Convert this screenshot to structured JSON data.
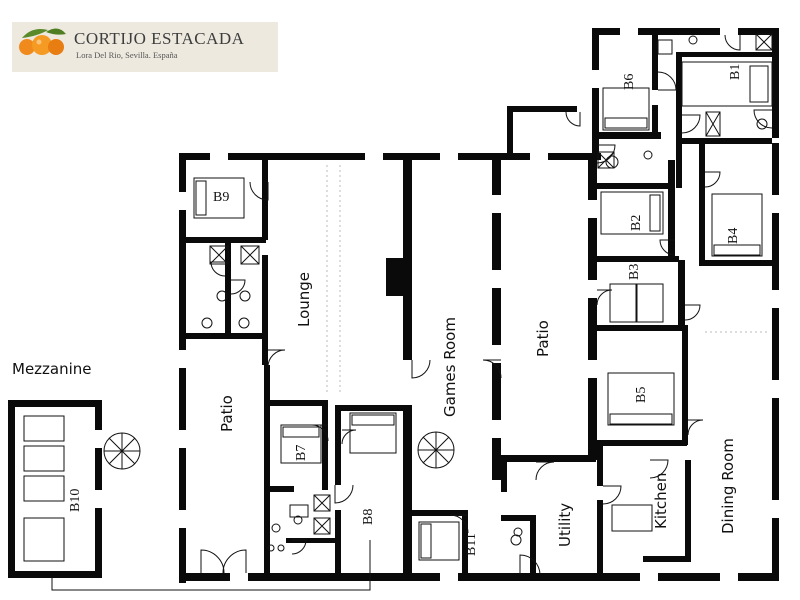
{
  "brand": {
    "name": "CORTIJO ESTACADA",
    "location": "Lora Del Rio, Sevilla. España",
    "panel_color": "#ede9df",
    "logo_icon": "oranges-icon"
  },
  "labels": {
    "mezzanine": "Mezzanine",
    "b1": "B1",
    "b2": "B2",
    "b3": "B3",
    "b4": "B4",
    "b5": "B5",
    "b6": "B6",
    "b7": "B7",
    "b8": "B8",
    "b9": "B9",
    "b10": "B10",
    "b11": "B11",
    "lounge": "Lounge",
    "patio_left": "Patio",
    "patio_center": "Patio",
    "games_room": "Games Room",
    "utility": "Utility",
    "kitchen": "Kitchen",
    "dining_room": "Dining Room"
  },
  "colors": {
    "wall": "#0a0a0a",
    "orange": "#f08a1c",
    "leaf": "#5a8a2a"
  }
}
